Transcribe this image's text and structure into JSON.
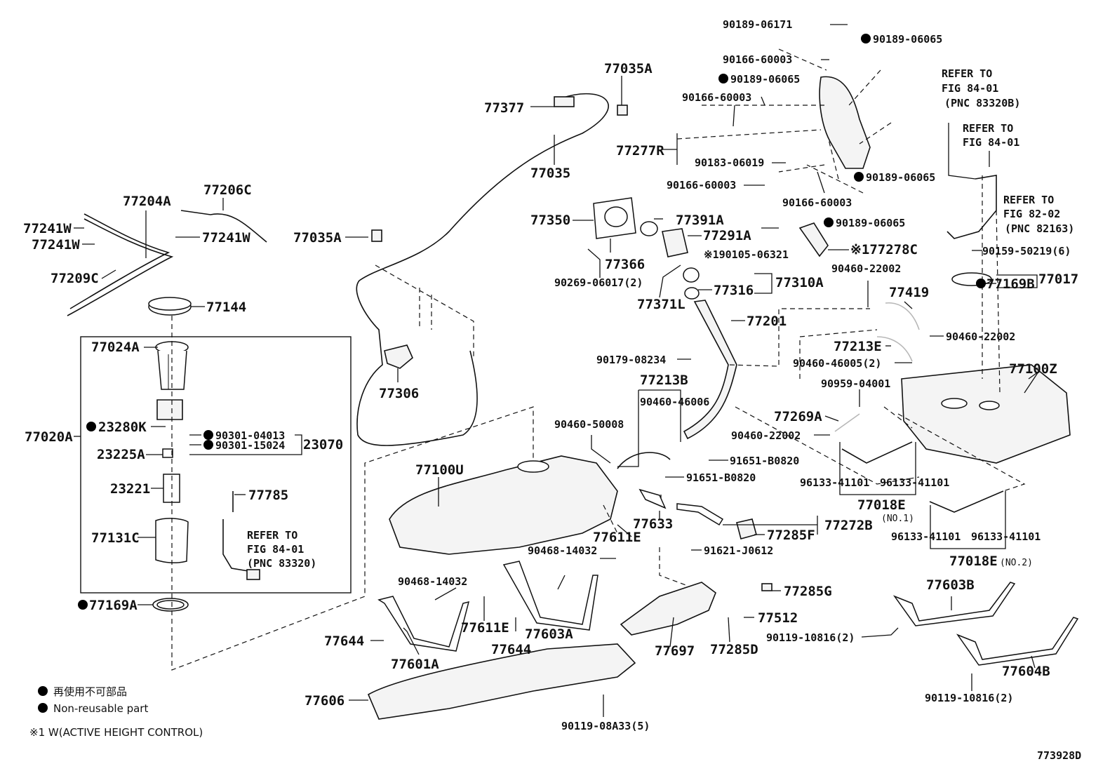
{
  "labels": {
    "p90189_06171": "90189-06171",
    "p90189_06065_top": "90189-06065",
    "p90166_60003_a": "90166-60003",
    "p90189_06065_b": "90189-06065",
    "p90166_60003_b": "90166-60003",
    "p77277R": "77277R",
    "p90183_06019": "90183-06019",
    "p90189_06065_c": "90189-06065",
    "p90166_60003_c": "90166-60003",
    "p90166_60003_d": "90166-60003",
    "p90189_06065_d": "90189-06065",
    "p77035A_top": "77035A",
    "p77377": "77377",
    "p77035": "77035",
    "p77206C": "77206C",
    "p77204A": "77204A",
    "p77241W_a": "77241W",
    "p77241W_b": "77241W",
    "p77241W_c": "77241W",
    "p77209C": "77209C",
    "p77035A_mid": "77035A",
    "p77144": "77144",
    "p77024A": "77024A",
    "p77306": "77306",
    "p77020A": "77020A",
    "p23280K": "23280K",
    "p90301_04013": "90301-04013",
    "p90301_15024": "90301-15024",
    "p23070": "23070",
    "p23225A": "23225A",
    "p23221": "23221",
    "p77785": "77785",
    "p77131C": "77131C",
    "refer_8401_pnc83320_a": "REFER TO",
    "refer_8401_pnc83320_b": "FIG 84-01",
    "refer_8401_pnc83320_c": "(PNC 83320)",
    "p77169A": "77169A",
    "p77350": "77350",
    "p77391A": "77391A",
    "p77291A": "77291A",
    "p77366": "77366",
    "p90269_06017": "90269-06017(2)",
    "p190105_06321": "※190105-06321",
    "p77278C": "※177278C",
    "p77371L": "77371L",
    "p77316": "77316",
    "p77310A": "77310A",
    "p77201": "77201",
    "p90179_08234": "90179-08234",
    "p77213B": "77213B",
    "p90460_46006": "90460-46006",
    "p90460_50008": "90460-50008",
    "p77100U": "77100U",
    "p91651_B0820_a": "91651-B0820",
    "p91651_B0820_b": "91651-B0820",
    "p77633": "77633",
    "p77611E_a": "77611E",
    "p90468_14032_a": "90468-14032",
    "p90468_14032_b": "90468-14032",
    "p77611E_b": "77611E",
    "p77603A": "77603A",
    "p77644_a": "77644",
    "p77644_b": "77644",
    "p77601A": "77601A",
    "p77606": "77606",
    "p90119_08A33": "90119-08A33(5)",
    "p77697": "77697",
    "p77285D": "77285D",
    "p77285G": "77285G",
    "p77512": "77512",
    "p77285F": "77285F",
    "p77272B": "77272B",
    "p91621_J0612": "91621-J0612",
    "refer_pnc83320B_a": "REFER TO",
    "refer_pnc83320B_b": "FIG 84-01",
    "refer_pnc83320B_c": "(PNC 83320B)",
    "refer_fig8401_a": "REFER TO",
    "refer_fig8401_b": "FIG 84-01",
    "refer_fig8202_a": "REFER TO",
    "refer_fig8202_b": "FIG 82-02",
    "refer_fig8202_c": "(PNC 82163)",
    "p90159_50219": "90159-50219(6)",
    "p90460_22002_a": "90460-22002",
    "p77017": "77017",
    "p77169B": "77169B",
    "p77419": "77419",
    "p90460_22002_b": "90460-22002",
    "p77213E": "77213E",
    "p90460_46005": "90460-46005(2)",
    "p77100Z": "77100Z",
    "p90959_04001": "90959-04001",
    "p77269A": "77269A",
    "p90460_22002_c": "90460-22002",
    "p96133_41101_a": "96133-41101",
    "p96133_41101_b": "96133-41101",
    "p77018E_a": "77018E",
    "no1": "(NO.1)",
    "p96133_41101_c": "96133-41101",
    "p96133_41101_d": "96133-41101",
    "p77018E_b": "77018E",
    "no2": "(NO.2)",
    "p77603B": "77603B",
    "p90119_10816_a": "90119-10816(2)",
    "p77604B": "77604B",
    "p90119_10816_b": "90119-10816(2)"
  },
  "legend": {
    "jp_non_reusable": "再使用不可部品",
    "non_reusable": "Non-reusable part",
    "footnote": "※1 W(ACTIVE HEIGHT CONTROL)"
  },
  "figure_id": "773928D"
}
